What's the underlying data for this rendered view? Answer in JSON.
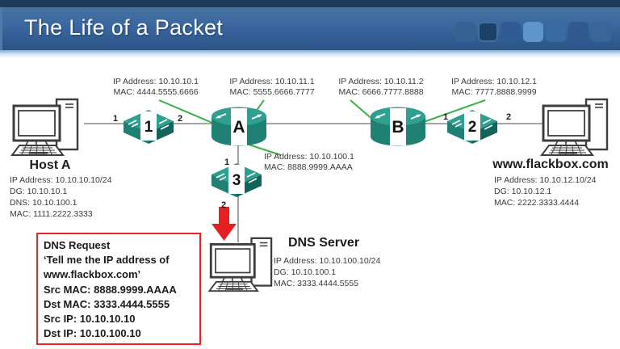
{
  "header": {
    "title": "The Life of a Packet"
  },
  "diagram": {
    "interface_labels": [
      {
        "ip": "IP Address: 10.10.10.1",
        "mac": "MAC: 4444.5555.6666"
      },
      {
        "ip": "IP Address: 10.10.11.1",
        "mac": "MAC: 5555.6666.7777"
      },
      {
        "ip": "IP Address: 10.10.11.2",
        "mac": "MAC: 6666.7777.8888"
      },
      {
        "ip": "IP Address: 10.10.12.1",
        "mac": "MAC: 7777.8888.9999"
      },
      {
        "ip": "IP Address: 10.10.100.1",
        "mac": "MAC: 8888.9999.AAAA"
      }
    ],
    "switches": {
      "s1": {
        "label": "1",
        "port_left": "1",
        "port_right": "2"
      },
      "s2": {
        "label": "2",
        "port_left": "1",
        "port_right": "2"
      },
      "s3": {
        "label": "3",
        "port_top": "1",
        "port_bottom": "2"
      }
    },
    "routers": {
      "a": {
        "label": "A"
      },
      "b": {
        "label": "B"
      }
    },
    "host_a": {
      "title": "Host A",
      "lines": [
        "IP Address: 10.10.10.10/24",
        "DG: 10.10.10.1",
        "DNS: 10.10.100.1",
        "MAC: 1111.2222.3333"
      ]
    },
    "web_server": {
      "title": "www.flackbox.com",
      "lines": [
        "IP Address: 10.10.12.10/24",
        "DG: 10.10.12.1",
        "MAC: 2222.3333.4444"
      ]
    },
    "dns_server": {
      "title": "DNS Server",
      "lines": [
        "IP Address: 10.10.100.10/24",
        "DG: 10.10.100.1",
        "MAC: 3333.4444.5555"
      ]
    },
    "dns_request": {
      "lines": [
        "DNS Request",
        "‘Tell me the IP address of",
        "www.flackbox.com’",
        "Src MAC: 8888.9999.AAAA",
        "Dst MAC: 3333.4444.5555",
        "Src IP: 10.10.10.10",
        "Dst IP: 10.10.100.10"
      ]
    }
  },
  "colors": {
    "header_blue": "#3a67a0",
    "header_top_strip": "#1b3a5c",
    "device_teal": "#2f9f8f",
    "device_teal_dark": "#166a5e",
    "pointer_green": "#3fae49",
    "arrow_red": "#e42020",
    "box_border_red": "#ee2222",
    "connection_gray": "#8a8a8a"
  }
}
